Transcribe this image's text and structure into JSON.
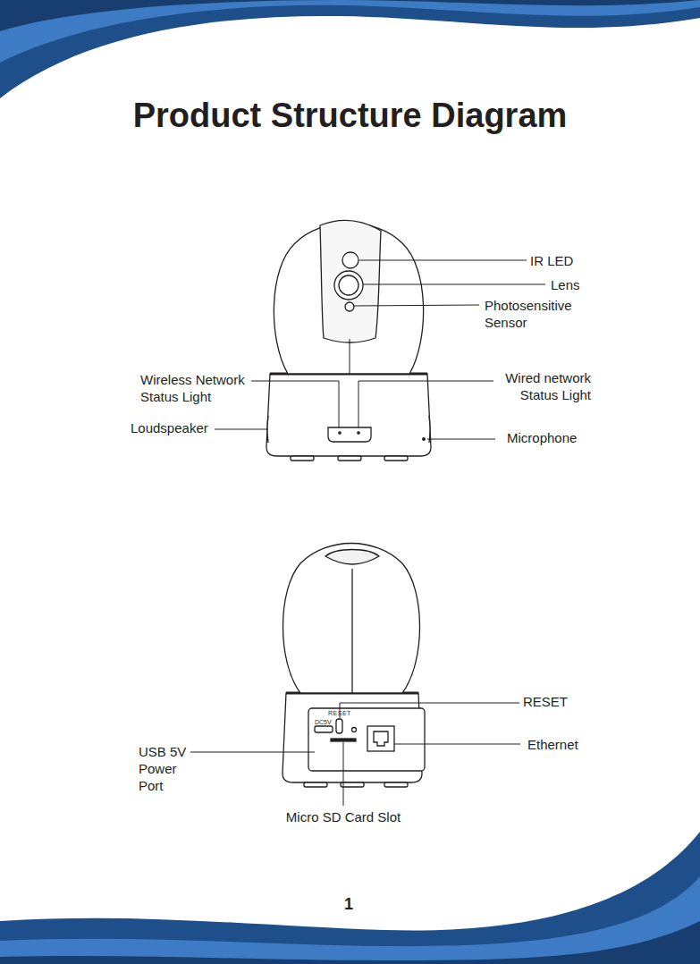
{
  "diagram": {
    "title": "Product Structure Diagram",
    "labels": [
      "IR LED",
      "Lens",
      "Photosensitive Sensor",
      "Wireless Network Status Light",
      "Wired network Status Light",
      "Loudspeaker",
      "Microphone",
      "RESET",
      "Ethernet",
      "USB 5V Power Port",
      "Micro SD Card Slot",
      "RESET",
      "DC5V",
      "1"
    ]
  }
}
